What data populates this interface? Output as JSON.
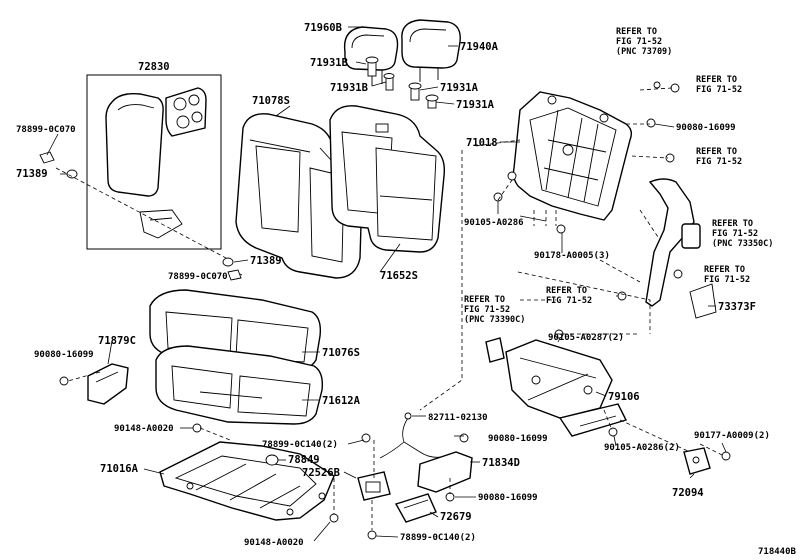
{
  "labels": {
    "p71960B": "71960B",
    "p71940A": "71940A",
    "p71931B_a": "71931B",
    "p71931B_b": "71931B",
    "p71931A_a": "71931A",
    "p71931A_b": "71931A",
    "p72830": "72830",
    "p78899_0C070_a": "78899-0C070",
    "p71389_a": "71389",
    "p71078S": "71078S",
    "p71018": "71018",
    "p90080_16099_a": "90080-16099",
    "p90105_A0286_a": "90105-A0286",
    "p90178_A0005": "90178-A0005(3)",
    "p71389_b": "71389",
    "p78899_0C070_b": "78899-0C070",
    "p71652S": "71652S",
    "p73373F": "73373F",
    "p71879C": "71879C",
    "p90080_16099_b": "90080-16099",
    "p71076S": "71076S",
    "p71612A": "71612A",
    "p90148_A0020_a": "90148-A0020",
    "p82711_02130": "82711-02130",
    "p78899_0C140_a": "78899-0C140(2)",
    "p90080_16099_c": "90080-16099",
    "p78849": "78849",
    "p72526B": "72526B",
    "p71834D": "71834D",
    "p71016A": "71016A",
    "p90080_16099_d": "90080-16099",
    "p72679": "72679",
    "p90148_A0020_b": "90148-A0020",
    "p78899_0C140_b": "78899-0C140(2)",
    "p90105_A0287": "90105-A0287(2)",
    "p79106": "79106",
    "p90177_A0009": "90177-A0009(2)",
    "p90105_A0286_b": "90105-A0286(2)",
    "p72094": "72094",
    "code": "718440B"
  },
  "refs": {
    "r1": [
      "REFER TO",
      "FIG 71-52",
      "(PNC 73709)"
    ],
    "r2": [
      "REFER TO",
      "FIG 71-52"
    ],
    "r3": [
      "REFER TO",
      "FIG 71-52"
    ],
    "r4": [
      "REFER TO",
      "FIG 71-52",
      "(PNC 73350C)"
    ],
    "r5": [
      "REFER TO",
      "FIG 71-52"
    ],
    "r6": [
      "REFER TO",
      "FIG 71-52",
      "(PNC 73390C)"
    ],
    "r7": [
      "REFER TO",
      "FIG 71-52"
    ]
  }
}
